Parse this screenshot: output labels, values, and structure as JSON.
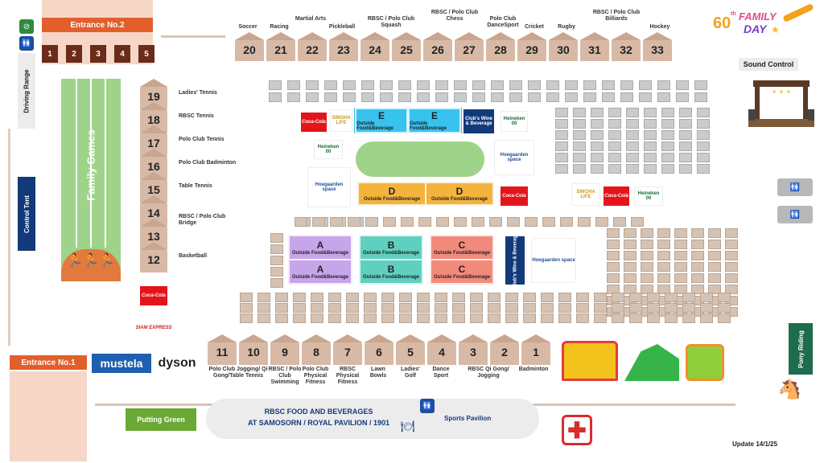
{
  "entrances": {
    "no2": "Entrance No.2",
    "no1": "Entrance No.1"
  },
  "gates": [
    "1",
    "2",
    "3",
    "4",
    "5"
  ],
  "driving_range": "Driving Range",
  "control_tent": "Control Tent",
  "family_games": "Family Games",
  "pony_riding": "Pony Riding",
  "sound_control": "Sound Control",
  "putting_green": "Putting Green",
  "event_logo": {
    "number": "60",
    "th": "th",
    "line1": "FAMILY",
    "line2": "DAY"
  },
  "update": "Update 14/1/25",
  "pavilion": {
    "line1": "RBSC FOOD AND BEVERAGES",
    "line2": "AT SAMOSORN / ROYAL PAVILION / 1901",
    "sports": "Sports Pavilion"
  },
  "top_booths": [
    {
      "num": "20",
      "label": "Soccer"
    },
    {
      "num": "21",
      "label": "Racing"
    },
    {
      "num": "22",
      "label": "Martial Arts"
    },
    {
      "num": "23",
      "label": "Pickleball"
    },
    {
      "num": "24",
      "label": "RBSC / Polo Club Squash"
    },
    {
      "num": "25",
      "label": ""
    },
    {
      "num": "26",
      "label": "RBSC / Polo Club Chess"
    },
    {
      "num": "27",
      "label": ""
    },
    {
      "num": "28",
      "label": "Polo Club DanceSport"
    },
    {
      "num": "29",
      "label": "Cricket"
    },
    {
      "num": "30",
      "label": "Rugby"
    },
    {
      "num": "31",
      "label": "RBSC / Polo Club Billiards"
    },
    {
      "num": "32",
      "label": ""
    },
    {
      "num": "33",
      "label": "Hockey"
    }
  ],
  "left_booths": [
    {
      "num": "19",
      "label": "Ladies' Tennis"
    },
    {
      "num": "18",
      "label": "RBSC Tennis"
    },
    {
      "num": "17",
      "label": "Polo Club Tennis"
    },
    {
      "num": "16",
      "label": "Polo Club Badminton"
    },
    {
      "num": "15",
      "label": "Table Tennis"
    },
    {
      "num": "14",
      "label": "RBSC / Polo Club Bridge"
    },
    {
      "num": "13",
      "label": ""
    },
    {
      "num": "12",
      "label": "Basketball"
    }
  ],
  "bottom_booths": [
    {
      "num": "11",
      "label": "Polo Club Jogging/ Qi Gong/Table Tennis"
    },
    {
      "num": "10",
      "label": ""
    },
    {
      "num": "9",
      "label": "RBSC / Polo Club Swimming"
    },
    {
      "num": "8",
      "label": "Polo Club Physical Fitness"
    },
    {
      "num": "7",
      "label": "RBSC Physical Fitness"
    },
    {
      "num": "6",
      "label": "Lawn Bowls"
    },
    {
      "num": "5",
      "label": "Ladies' Golf"
    },
    {
      "num": "4",
      "label": "Dance Sport"
    },
    {
      "num": "3",
      "label": "RBSC Qi Gong/ Jogging"
    },
    {
      "num": "2",
      "label": ""
    },
    {
      "num": "1",
      "label": "Badminton"
    }
  ],
  "food_zones": {
    "e": {
      "letter": "E",
      "text": "Outside Food&Beverage"
    },
    "d": {
      "letter": "D",
      "text": "Outside Food&Beverage"
    },
    "a": {
      "letter": "A",
      "text": "Outside Food&Beverage"
    },
    "b": {
      "letter": "B",
      "text": "Outside Food&Beverage"
    },
    "c": {
      "letter": "C",
      "text": "Outside Food&Beverage"
    }
  },
  "wine_bar": "Club's Wine & Beverage",
  "brands": {
    "cocacola": "Coca-Cola",
    "heineken": "Heineken 00",
    "singha": "SINGHA LIFE",
    "hoegaarden": "Hoegaarden space",
    "mustela": "mustela",
    "dyson": "dyson",
    "siam": "SIAM EXPRESS"
  },
  "colors": {
    "orange": "#e25f2b",
    "navy": "#123a7a",
    "green": "#9fd38a",
    "teal": "#1f6b4e",
    "purple": "#c7a5ea",
    "mint": "#5fd0bf",
    "salmon": "#f28a7c",
    "cyan": "#38c3ee",
    "gold": "#f4b43c"
  }
}
